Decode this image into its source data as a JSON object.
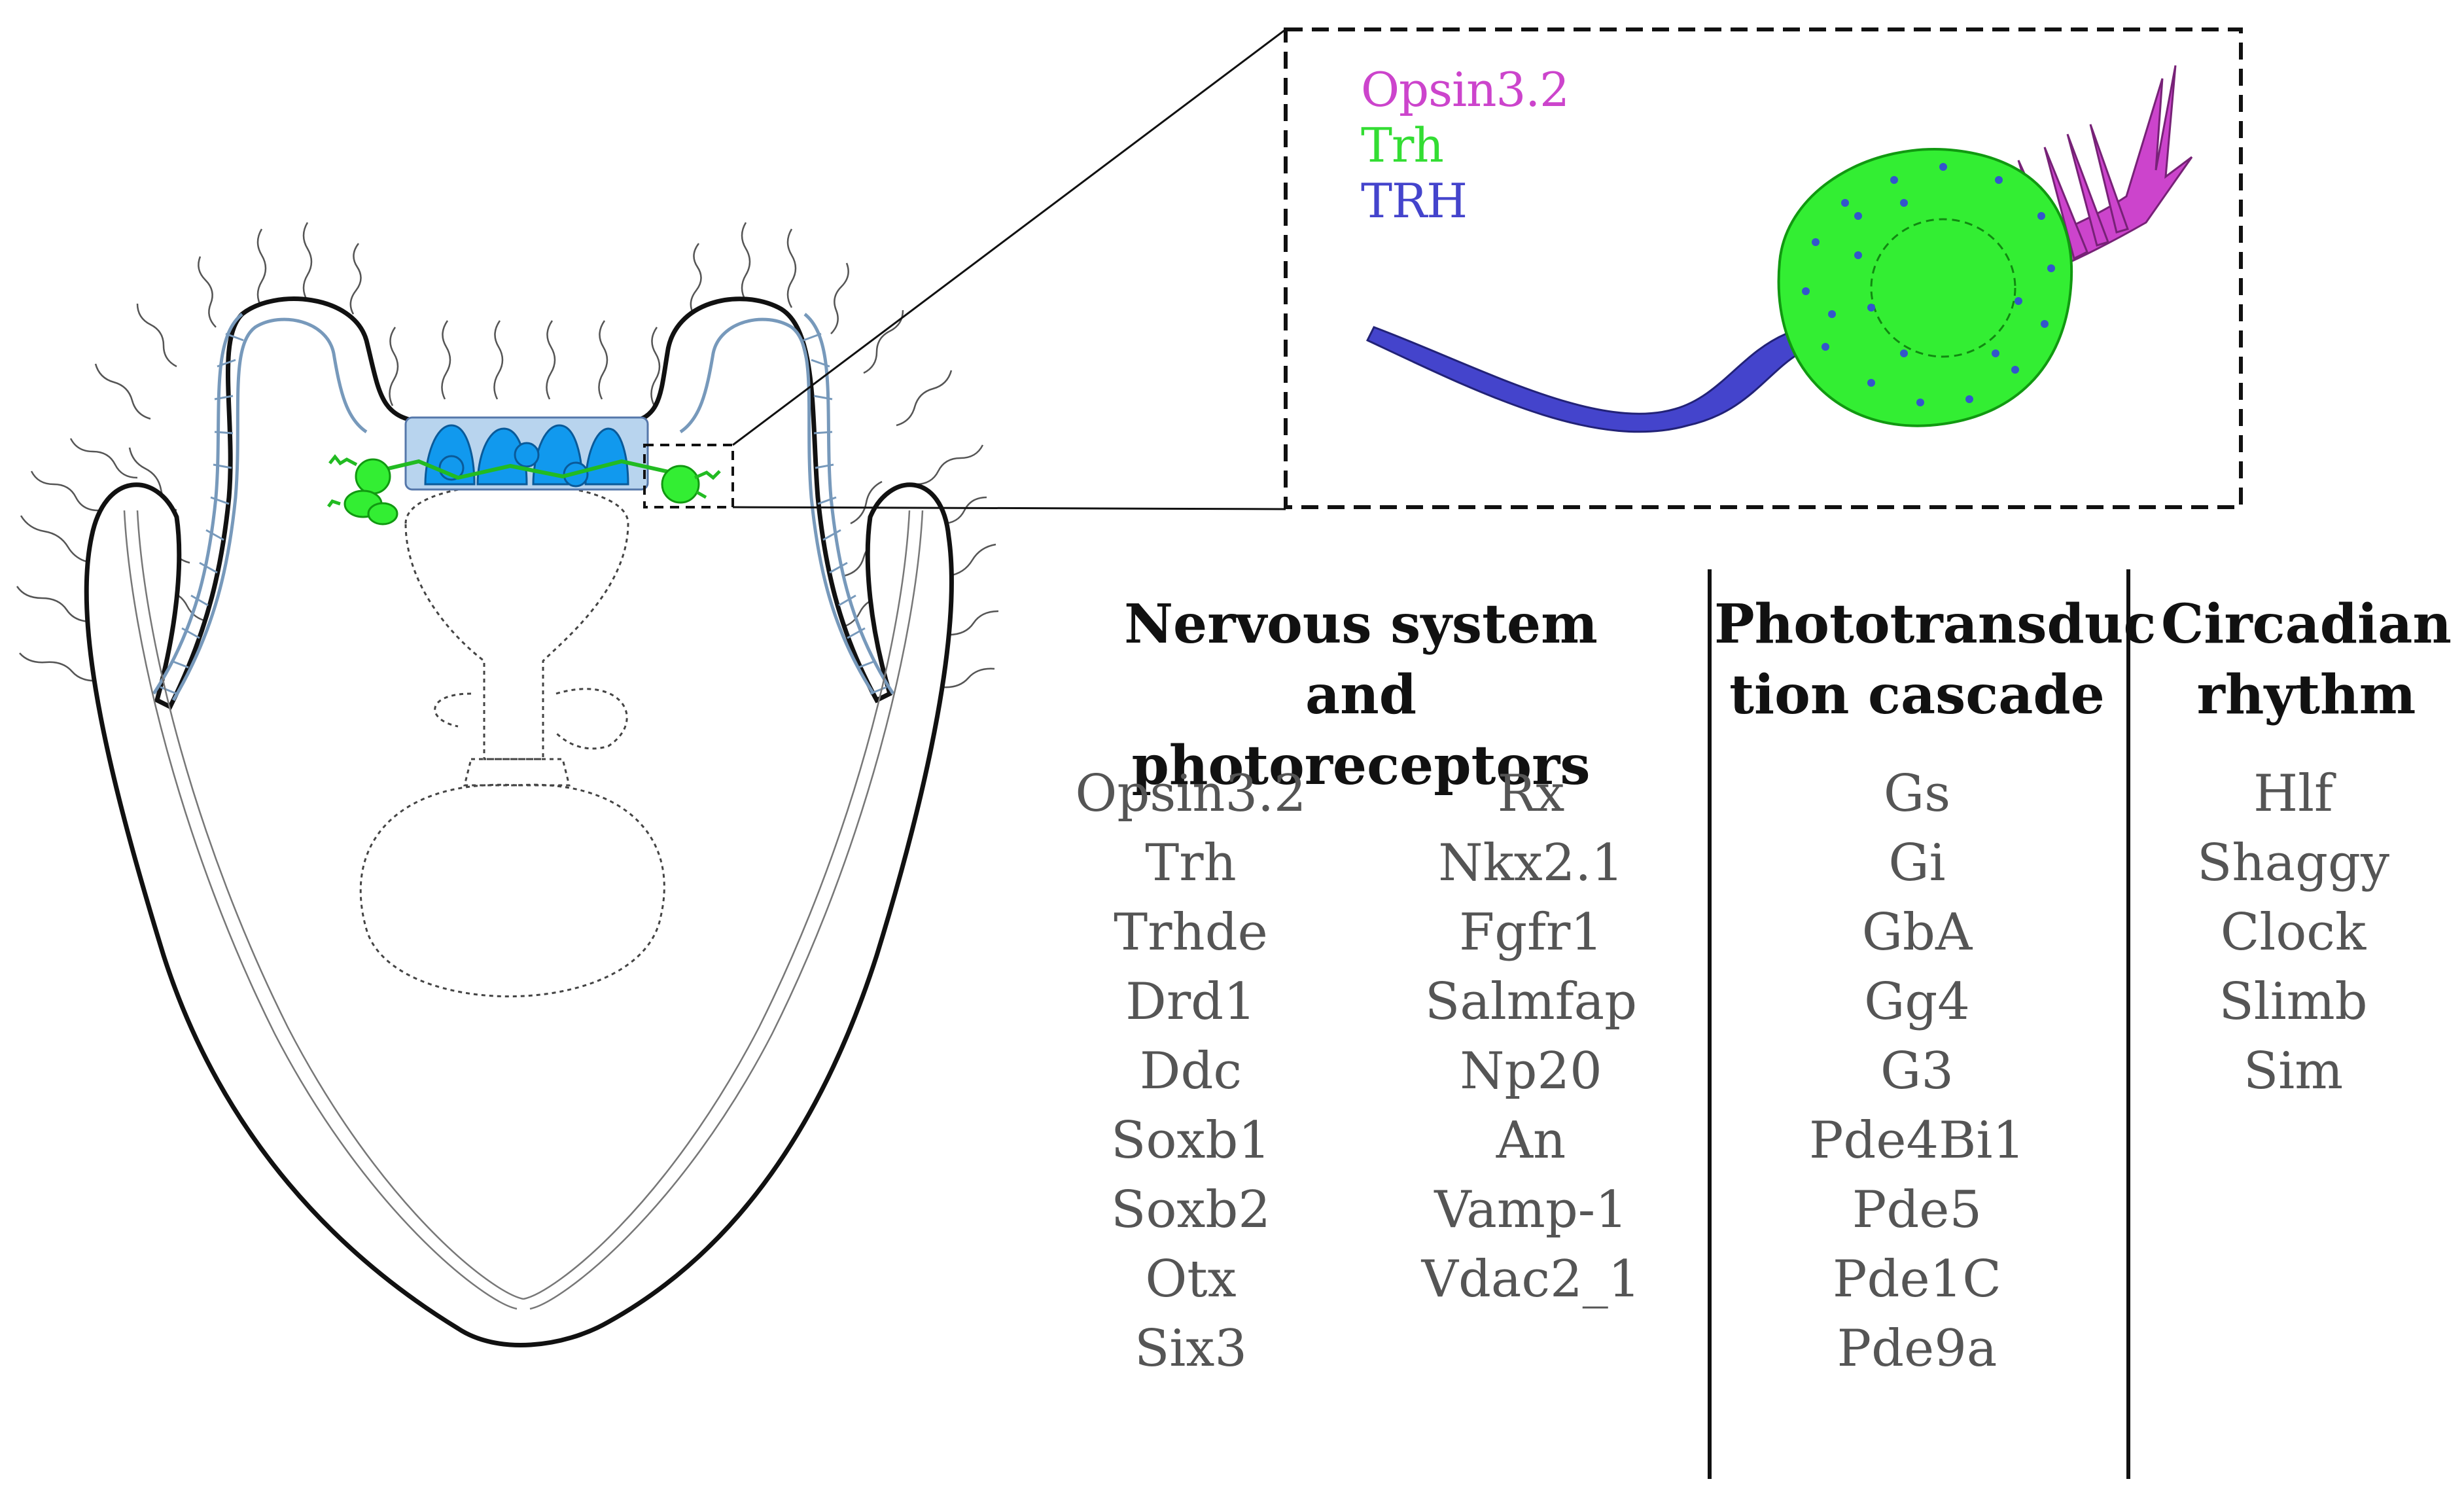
{
  "legend": [
    {
      "label": "Opsin3.2",
      "color": "#cc44cc"
    },
    {
      "label": "Trh",
      "color": "#33dd33"
    },
    {
      "label": "TRH",
      "color": "#4444cc"
    }
  ],
  "colors": {
    "cell_body": "#33ee33",
    "cilium": "#cc44cc",
    "axon": "#4444cc",
    "dots": "#3355cc",
    "ciliary_band": "#7799bb",
    "apical_organ": "#1199ee",
    "apical_organ_bg": "#b8d4ee"
  },
  "columns": {
    "nervous": {
      "title_line1": "Nervous system and",
      "title_line2": "photoreceptors",
      "col_a": [
        "Opsin3.2",
        "Trh",
        "Trhde",
        "Drd1",
        "Ddc",
        "Soxb1",
        "Soxb2",
        "Otx",
        "Six3"
      ],
      "col_b": [
        "Rx",
        "Nkx2.1",
        "Fgfr1",
        "Salmfap",
        "Np20",
        "An",
        "Vamp-1",
        "Vdac2_1"
      ]
    },
    "phototransduction": {
      "title_line1": "Phototransduc",
      "title_line2": "tion cascade",
      "genes": [
        "Gs",
        "Gi",
        "GbA",
        "Gg4",
        "G3",
        "Pde4Bi1",
        "Pde5",
        "Pde1C",
        "Pde9a"
      ]
    },
    "circadian": {
      "title_line1": "Circadian",
      "title_line2": "rhythm",
      "genes": [
        "Hlf",
        "Shaggy",
        "Clock",
        "Slimb",
        "Sim"
      ]
    }
  }
}
